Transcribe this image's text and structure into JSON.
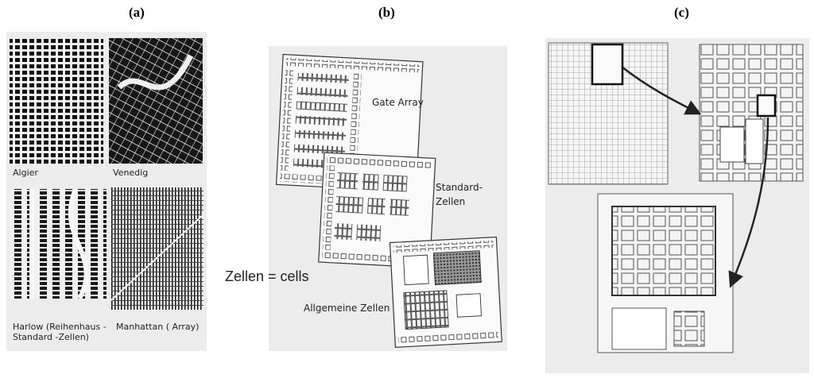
{
  "panels": {
    "a": {
      "label": "(a)",
      "maps": {
        "algier": "Algier",
        "venedig": "Venedig",
        "harlow_line1": "Harlow (Reihenhaus -",
        "harlow_line2": "Standard -Zellen)",
        "manhattan": "Manhattan ( Array)"
      }
    },
    "b": {
      "label": "(b)",
      "chips": {
        "gate_array": "Gate Array",
        "standard_line1": "Standard-",
        "standard_line2": "Zellen",
        "allgemeine": "Allgemeine Zellen"
      },
      "note": "Zellen = cells"
    },
    "c": {
      "label": "(c)"
    }
  },
  "colors": {
    "scan_background": "#ececec",
    "ink": "#222222"
  }
}
